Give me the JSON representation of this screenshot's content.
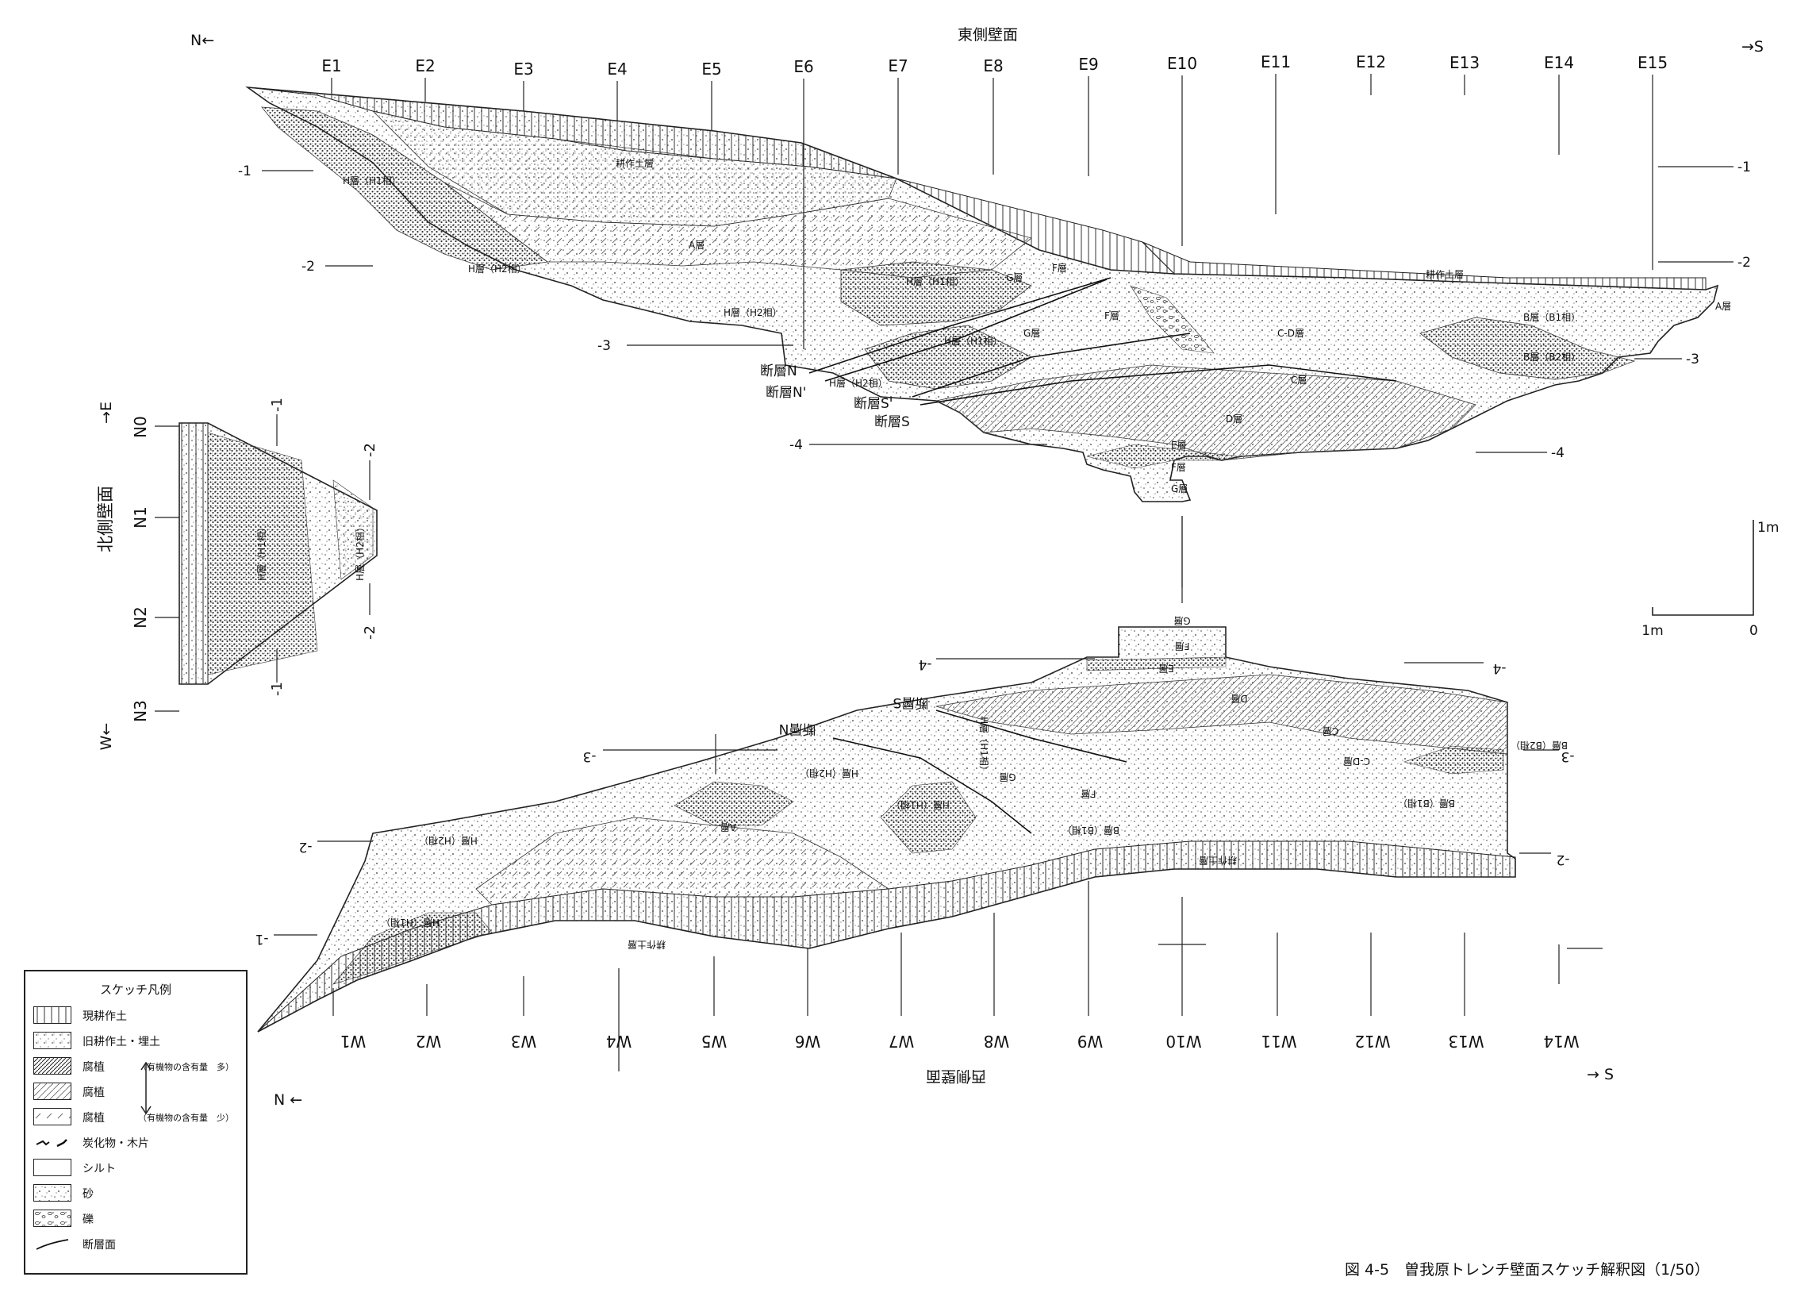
{
  "east_wall": {
    "title": "東側壁面",
    "dir_north": "N←",
    "dir_south": "→S",
    "grid": [
      "E1",
      "E2",
      "E3",
      "E4",
      "E5",
      "E6",
      "E7",
      "E8",
      "E9",
      "E10",
      "E11",
      "E12",
      "E13",
      "E14",
      "E15"
    ],
    "depth_labels": [
      "-1",
      "-2",
      "-3",
      "-4"
    ],
    "layers": {
      "kosaku": "耕作土層",
      "kosaku2": "耕作土層",
      "h1_top": "H層（H1相）",
      "h2_left": "H層（H2相）",
      "a": "A層",
      "h2_mid": "H層（H2相）",
      "h1_mid": "H層（H1相）",
      "g_top": "G層",
      "f_top": "F層",
      "f_mid": "F層",
      "g_mid": "G層",
      "h1_low": "H層（H1相）",
      "h2_low": "H層（H2相）",
      "cd": "C-D層",
      "c": "C層",
      "d": "D層",
      "e": "E層",
      "f_low": "F層",
      "g_low": "G層",
      "b1": "B層（B1相）",
      "b2": "B層（B2相）",
      "a_right": "A層"
    },
    "faults": [
      "断層N",
      "断層N'",
      "断層S'",
      "断層S"
    ]
  },
  "north_wall": {
    "title": "北側壁面",
    "dir_east": "→E",
    "dir_west": "W←",
    "grid": [
      "N0",
      "N1",
      "N2",
      "N3"
    ],
    "depth_labels": [
      "-1",
      "-2",
      "-2",
      "-1"
    ],
    "layers": {
      "h1": "H層（H1相）",
      "h2": "H層（H2相）"
    }
  },
  "west_wall": {
    "title": "西側壁面",
    "dir_north": "N ←",
    "dir_south": "→ S",
    "grid": [
      "W1",
      "W2",
      "W3",
      "W4",
      "W5",
      "W6",
      "W7",
      "W8",
      "W9",
      "W10",
      "W11",
      "W12",
      "W13",
      "W14"
    ],
    "depth_labels": [
      "-1",
      "-2",
      "-3",
      "-4",
      "-4",
      "-3",
      "-2"
    ],
    "layers": {
      "g": "G層",
      "f": "F層",
      "e": "E層",
      "d": "D層",
      "c": "C層",
      "cd": "C-D層",
      "b2": "B層（B2相）",
      "b1": "B層（B1相）",
      "b1_mid": "B層（B1相）",
      "f_mid": "F層",
      "g_mid": "G層",
      "h1_mid": "H層（H1相）",
      "h1_b": "H層（H1相）",
      "h2_mid": "H層（H2相）",
      "a": "A層",
      "h2_left": "H層（H2相）",
      "h1_left": "H層（H1相）",
      "kosaku": "耕作土層",
      "kosaku2": "耕作土層"
    },
    "faults": [
      "断層N",
      "断層S"
    ]
  },
  "scale": {
    "top": "1m",
    "left": "1m",
    "right": "0"
  },
  "legend": {
    "title": "スケッチ凡例",
    "items": [
      {
        "label": "現耕作土",
        "pattern": "vertical-hatch"
      },
      {
        "label": "旧耕作土・埋土",
        "pattern": "dotted-vertical"
      },
      {
        "label": "腐植",
        "note": "（有機物の含有量　多）",
        "pattern": "dense-diagonal"
      },
      {
        "label": "腐植",
        "pattern": "medium-diagonal"
      },
      {
        "label": "腐植",
        "note": "（有機物の含有量　少）",
        "pattern": "sparse-diagonal"
      },
      {
        "label": "炭化物・木片",
        "pattern": "charcoal"
      },
      {
        "label": "シルト",
        "pattern": "blank"
      },
      {
        "label": "砂",
        "pattern": "dots"
      },
      {
        "label": "礫",
        "pattern": "gravel"
      },
      {
        "label": "断層面",
        "pattern": "fault-line"
      }
    ]
  },
  "caption": "図 4-5　曽我原トレンチ壁面スケッチ解釈図（1/50）"
}
